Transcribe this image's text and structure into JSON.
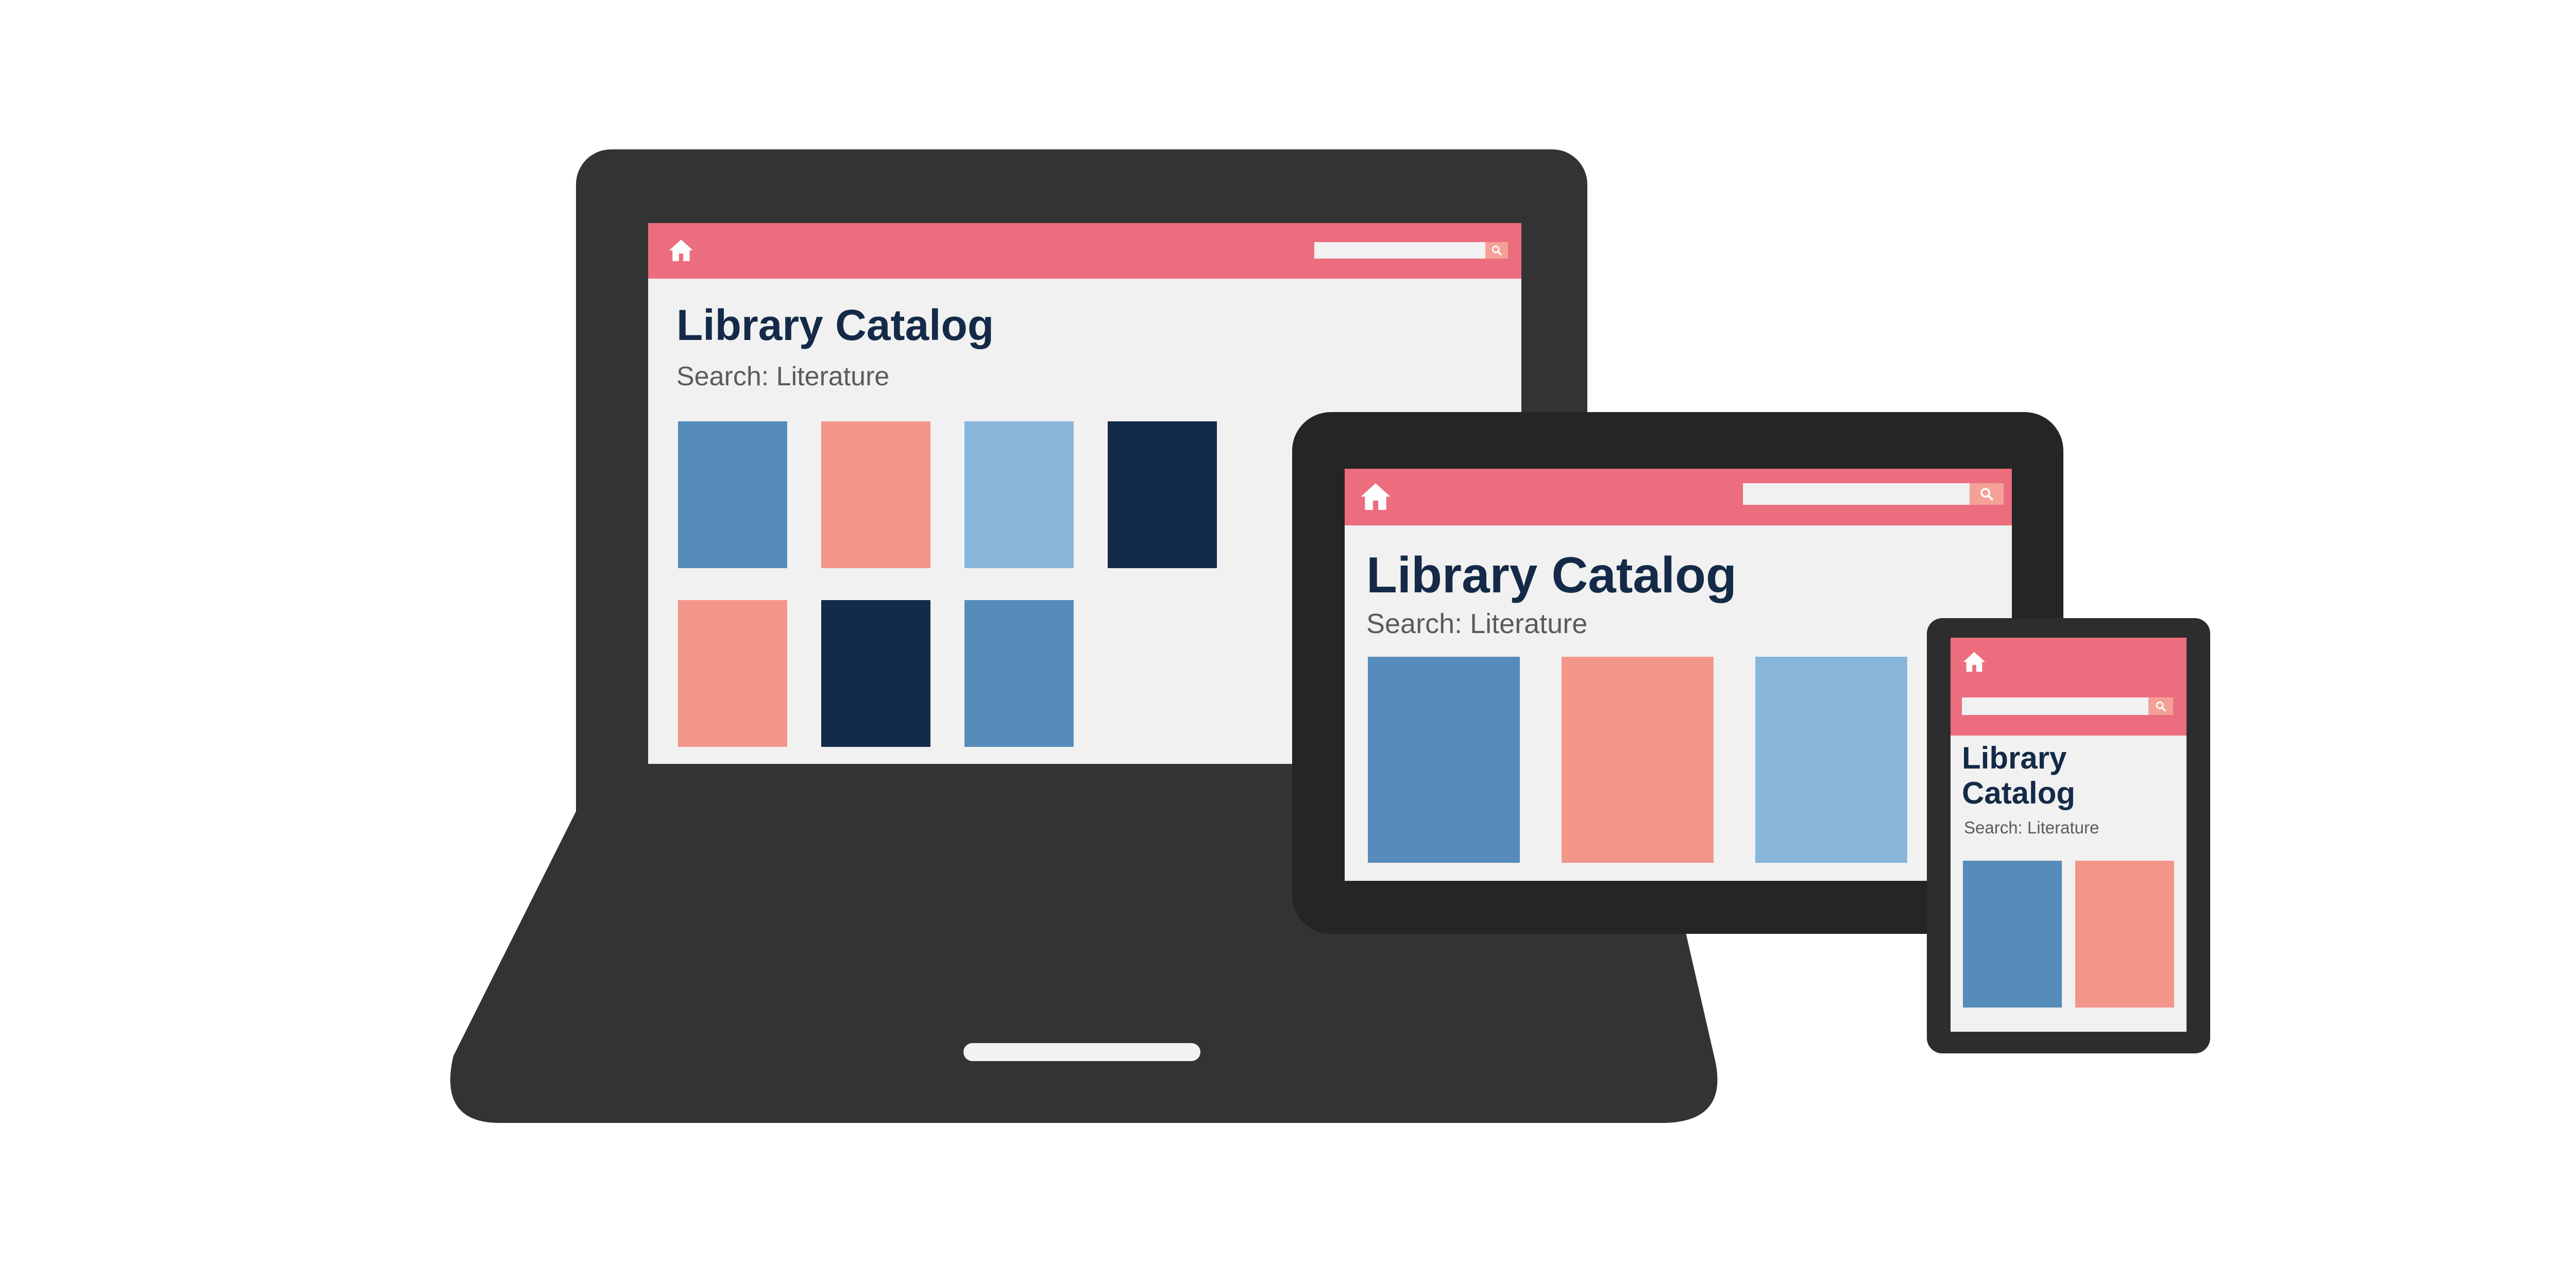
{
  "colors": {
    "accent_bar": "#ec6d7e",
    "screen_bg": "#f1f1f1",
    "title_text": "#142a48",
    "device_dark": "#333333"
  },
  "laptop": {
    "header": {
      "icon": "home-icon",
      "search_icon": "search-icon",
      "search_value": ""
    },
    "title": "Library Catalog",
    "subtitle": "Search: Literature",
    "books": [
      {
        "color": "#568cb9"
      },
      {
        "color": "#f2968a"
      },
      {
        "color": "#88b6db"
      },
      {
        "color": "#132b49"
      },
      {
        "color": "#f2968a"
      },
      {
        "color": "#132b49"
      },
      {
        "color": "#568cb9"
      }
    ]
  },
  "tablet": {
    "header": {
      "icon": "home-icon",
      "search_icon": "search-icon",
      "search_value": ""
    },
    "title": "Library Catalog",
    "subtitle": "Search: Literature",
    "books": [
      {
        "color": "#568cb9"
      },
      {
        "color": "#f2968a"
      },
      {
        "color": "#88b6db"
      }
    ]
  },
  "phone": {
    "header": {
      "icon": "home-icon",
      "search_icon": "search-icon",
      "search_value": ""
    },
    "title_line1": "Library",
    "title_line2": "Catalog",
    "subtitle": "Search: Literature",
    "books": [
      {
        "color": "#568cb9"
      },
      {
        "color": "#f2968a"
      }
    ]
  }
}
